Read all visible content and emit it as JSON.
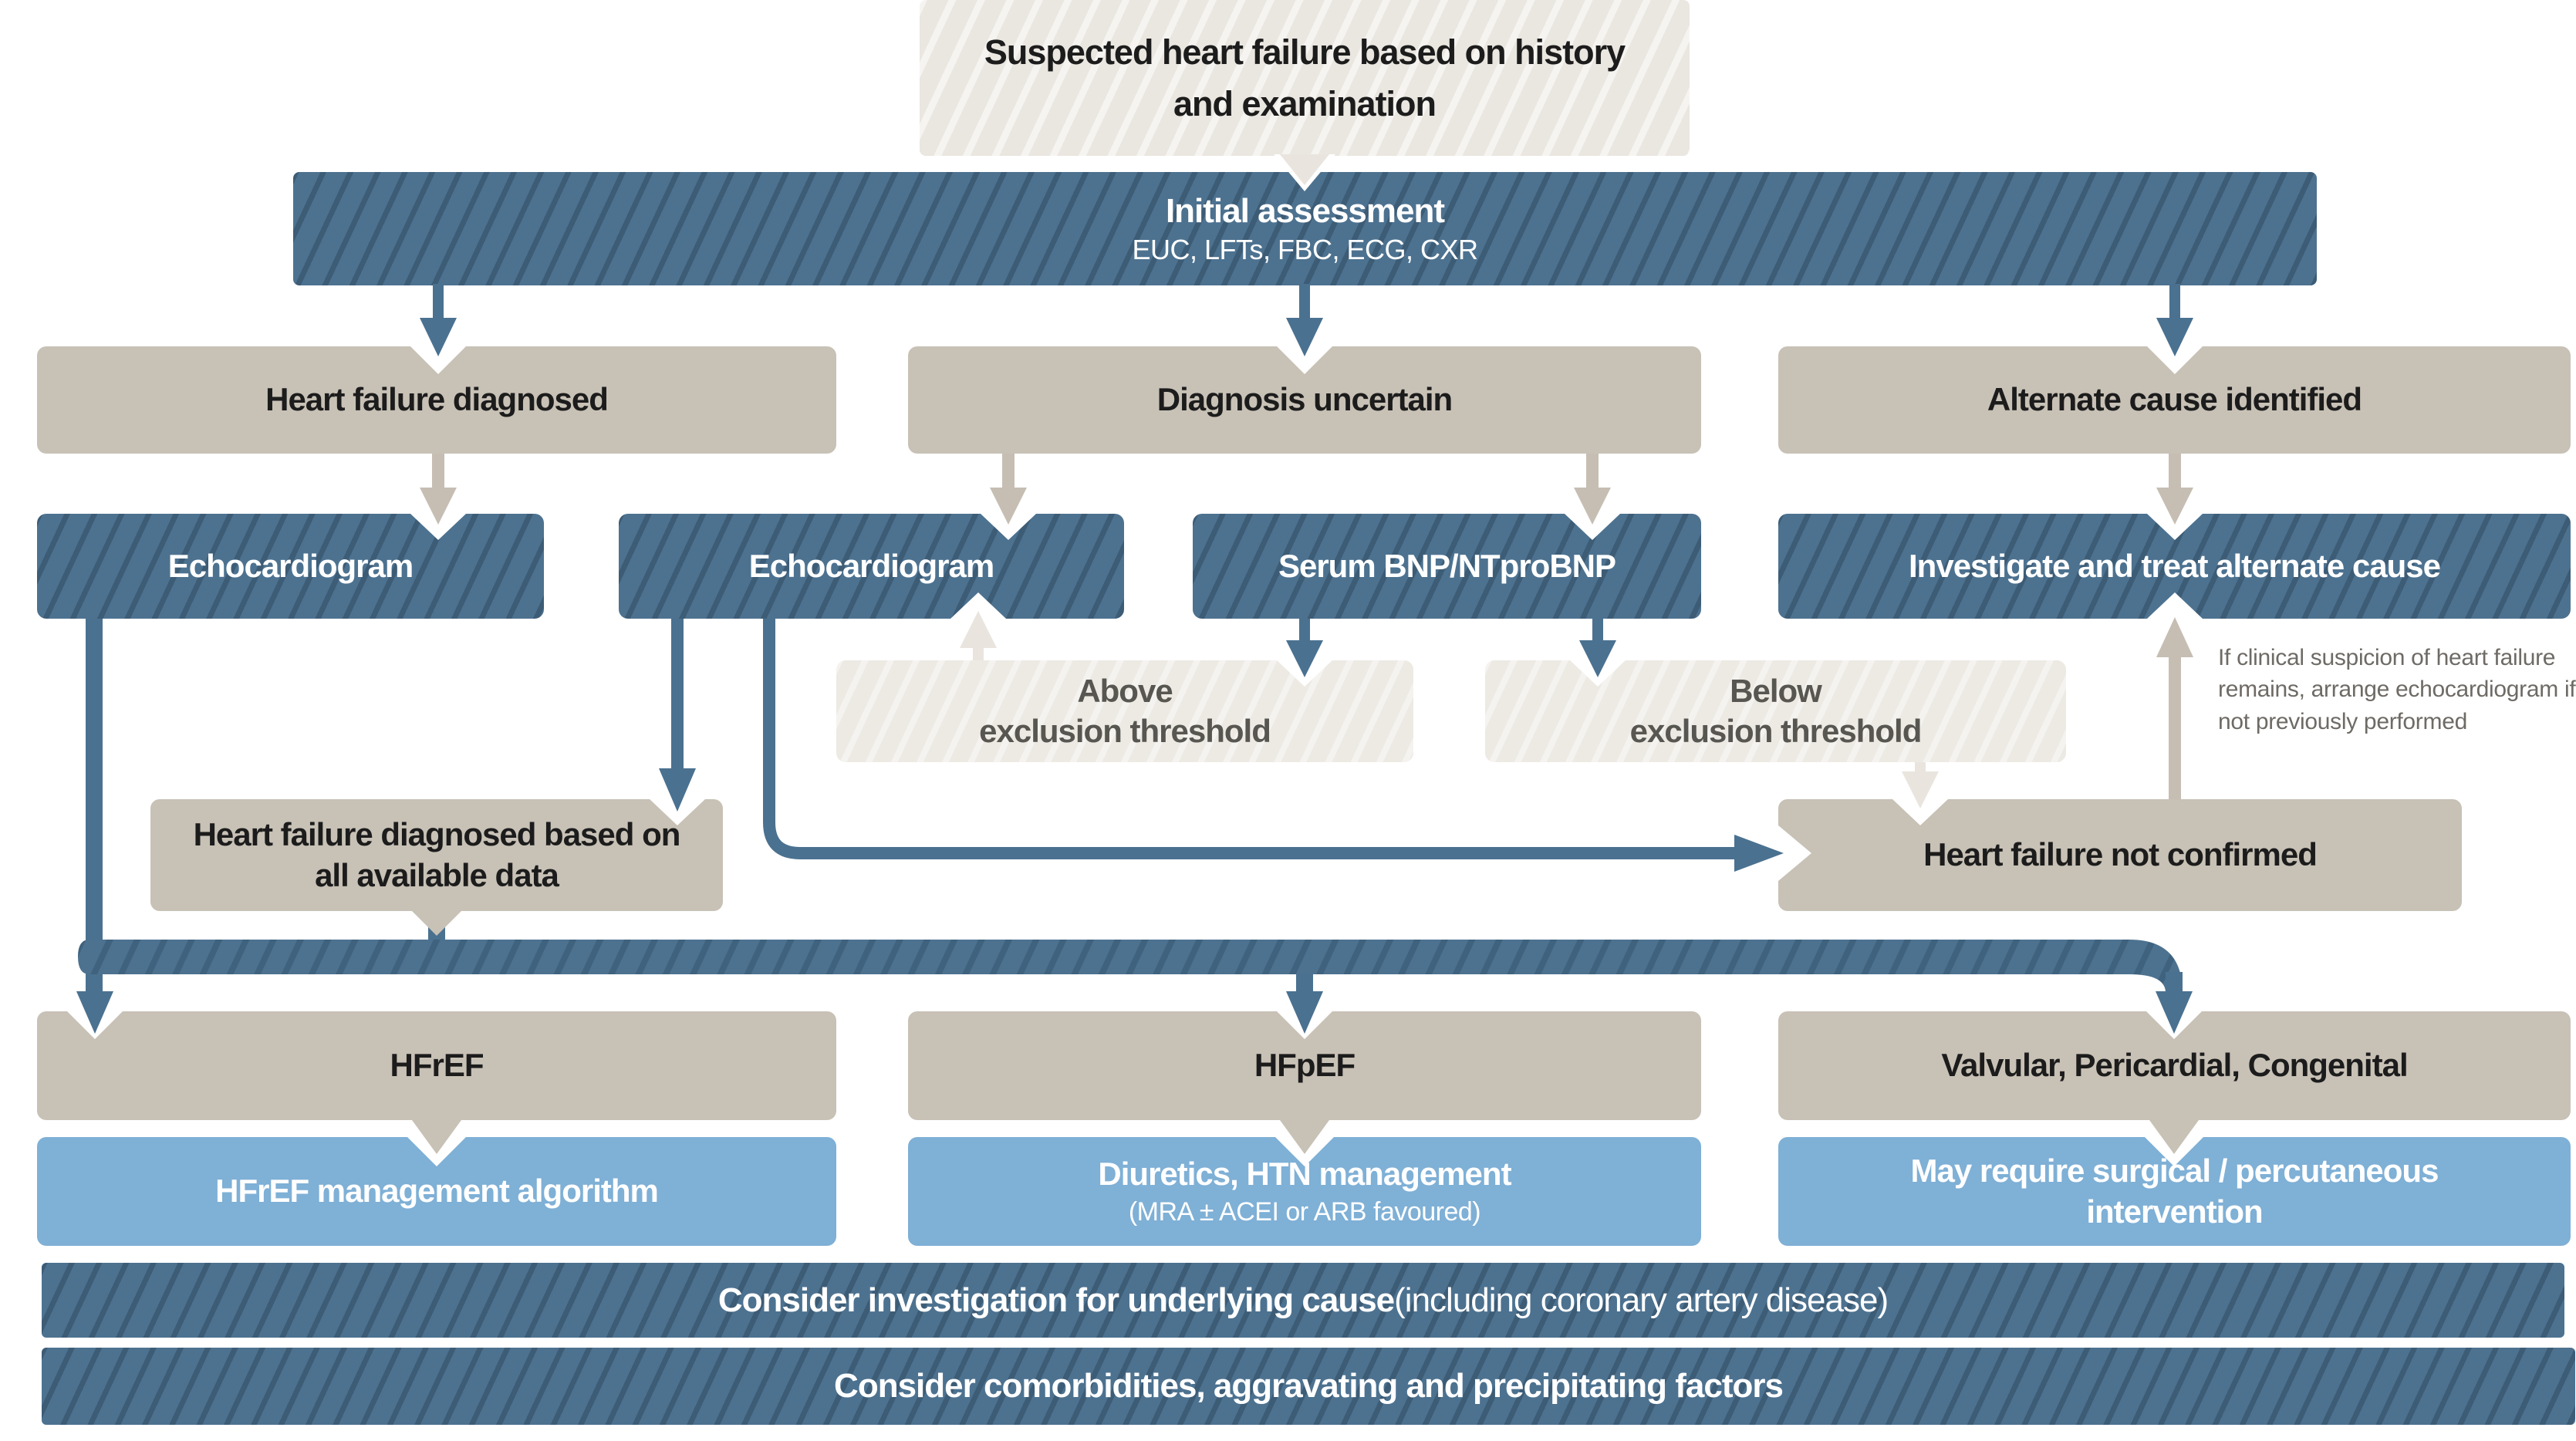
{
  "nodes": {
    "suspected": "Suspected heart failure based on history and examination",
    "initial_title": "Initial assessment",
    "initial_sub": "EUC, LFTs, FBC, ECG, CXR",
    "diagnosed": "Heart failure diagnosed",
    "uncertain": "Diagnosis uncertain",
    "alternate": "Alternate cause identified",
    "echo1": "Echocardiogram",
    "echo2": "Echocardiogram",
    "bnp": "Serum BNP/NTproBNP",
    "investigate": "Investigate and treat alternate cause",
    "above_line1": "Above",
    "above_line2": "exclusion threshold",
    "below_line1": "Below",
    "below_line2": "exclusion threshold",
    "hf_all_data": "Heart failure diagnosed based on all available data",
    "hf_not_confirmed": "Heart failure not confirmed",
    "note": "If clinical suspicion of heart failure remains, arrange echocardiogram if not previously performed",
    "hfref": "HFrEF",
    "hfpef": "HFpEF",
    "valvular": "Valvular, Pericardial, Congenital",
    "mgmt_hfref": "HFrEF management algorithm",
    "mgmt_hfpef_title": "Diuretics, HTN management",
    "mgmt_hfpef_sub": "(MRA ± ACEI or ARB favoured)",
    "mgmt_valvular": "May require surgical / percutaneous intervention",
    "footer1_bold": "Consider investigation for underlying cause",
    "footer1_tail": " (including coronary artery disease)",
    "footer2": "Consider comorbidities, aggravating and precipitating factors"
  },
  "palette": {
    "dark_blue": "#4d7290",
    "hatch_line": "#3f627e",
    "light_blue": "#7fb0d6",
    "taupe": "#c8c1b6",
    "cream": "#edeae4",
    "top_cream": "#eae6e0",
    "arrow_blue": "#4a7190",
    "arrow_taupe": "#c6beb3",
    "arrow_cream": "#e9e5de",
    "text_dark": "#1c1c1c",
    "text_gray": "#585650",
    "note_gray": "#6e6a65"
  }
}
